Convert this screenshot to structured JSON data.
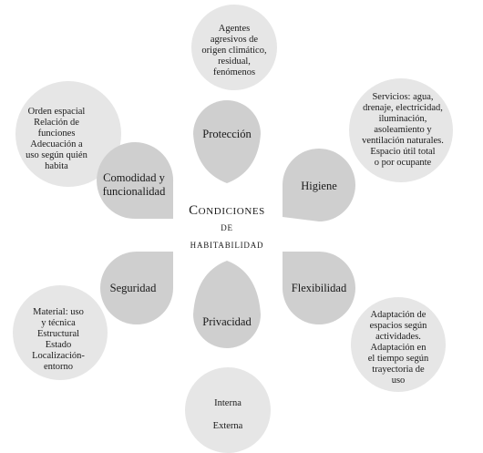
{
  "center": {
    "line1": "Condiciones",
    "line2": "de",
    "line3": "habitabilidad"
  },
  "petals": {
    "proteccion": "Protección",
    "higiene": "Higiene",
    "flexibilidad": "Flexibilidad",
    "privacidad": "Privacidad",
    "seguridad": "Seguridad",
    "comodidad": [
      "Comodidad y",
      "funcionalidad"
    ]
  },
  "circles": {
    "proteccion": [
      "Agentes",
      "agresivos de",
      "origen climático,",
      "residual,",
      "fenómenos"
    ],
    "higiene": [
      "Servicios: agua,",
      "drenaje, electricidad,",
      "iluminación,",
      "asoleamiento y",
      "ventilación naturales.",
      "Espacio útil total",
      "o por ocupante"
    ],
    "flexibilidad": [
      "Adaptación de",
      "espacios según",
      "actividades.",
      "Adaptación en",
      "el tiempo según",
      "trayectoria de",
      "uso"
    ],
    "privacidad": [
      "Interna",
      "Externa"
    ],
    "seguridad": [
      "Material: uso",
      "y técnica",
      "Estructural",
      "Estado",
      "Localización-",
      "entorno"
    ],
    "comodidad": [
      "Orden espacial",
      "Relación de",
      "funciones",
      "Adecuación a",
      "uso según quién",
      "habita"
    ]
  },
  "colors": {
    "petal_fill": "#cfcfcf",
    "circle_fill": "#e6e6e6",
    "text": "#1a1a1a"
  }
}
